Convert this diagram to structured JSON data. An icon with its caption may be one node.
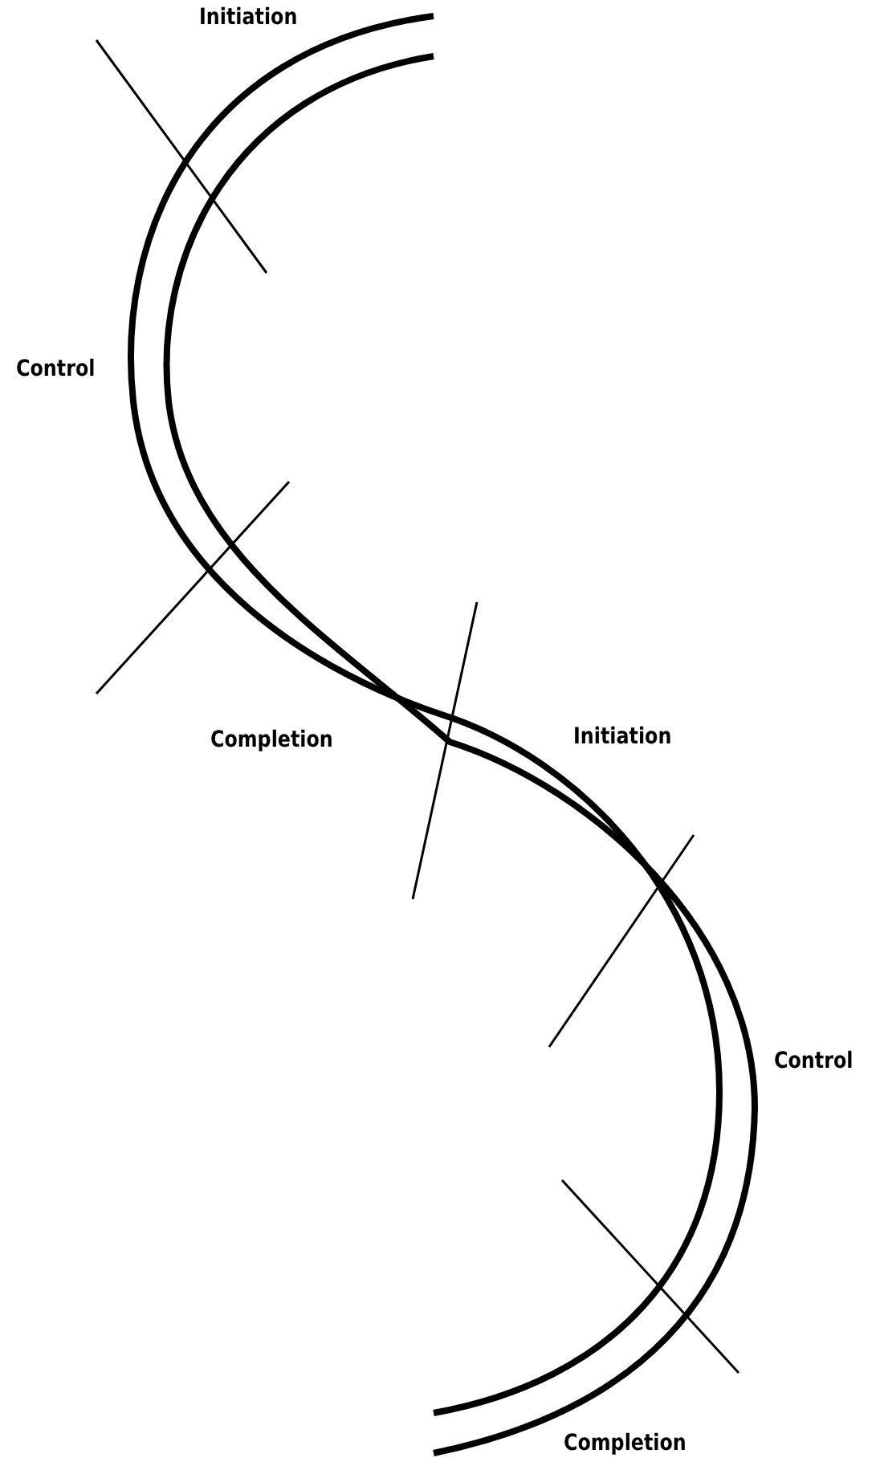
{
  "diagram": {
    "labels": [
      "Initiation",
      "Control",
      "Completion",
      "Initiation",
      "Control",
      "Completion"
    ]
  }
}
